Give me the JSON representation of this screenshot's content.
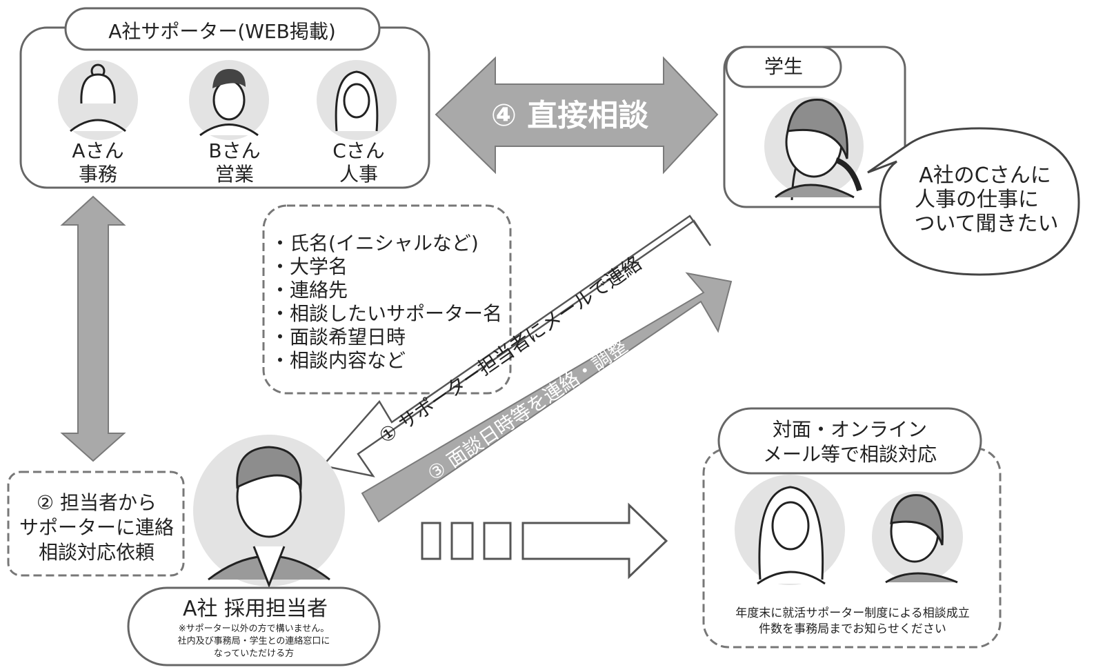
{
  "supporters": {
    "header": "A社サポーター(WEB掲載)",
    "people": [
      {
        "name": "Aさん",
        "role": "事務"
      },
      {
        "name": "Bさん",
        "role": "営業"
      },
      {
        "name": "Cさん",
        "role": "人事"
      }
    ]
  },
  "student": {
    "header": "学生",
    "speech": [
      "A社のCさんに",
      "人事の仕事に",
      "ついて聞きたい"
    ]
  },
  "arrows": {
    "direct": "④ 直接相談",
    "email": "① サポーター担当者にメールで連絡",
    "arrange": "③ 面談日時等を連絡・調整"
  },
  "email_items": [
    "・氏名(イニシャルなど)",
    "・大学名",
    "・連絡先",
    "・相談したいサポーター名",
    "・面談希望日時",
    "・相談内容など"
  ],
  "request": [
    "② 担当者から",
    "サポーターに連絡",
    "相談対応依頼"
  ],
  "recruiter": {
    "title": "A社 採用担当者",
    "notes": [
      "※サポーター以外の方で構いません。",
      "社内及び事務局・学生との連絡窓口に",
      "なっていただける方"
    ]
  },
  "consult": {
    "header": [
      "対面・オンライン",
      "メール等で相談対応"
    ],
    "notice": [
      "年度末に就活サポーター制度による相談成立",
      "件数を事務局までお知らせください"
    ]
  }
}
